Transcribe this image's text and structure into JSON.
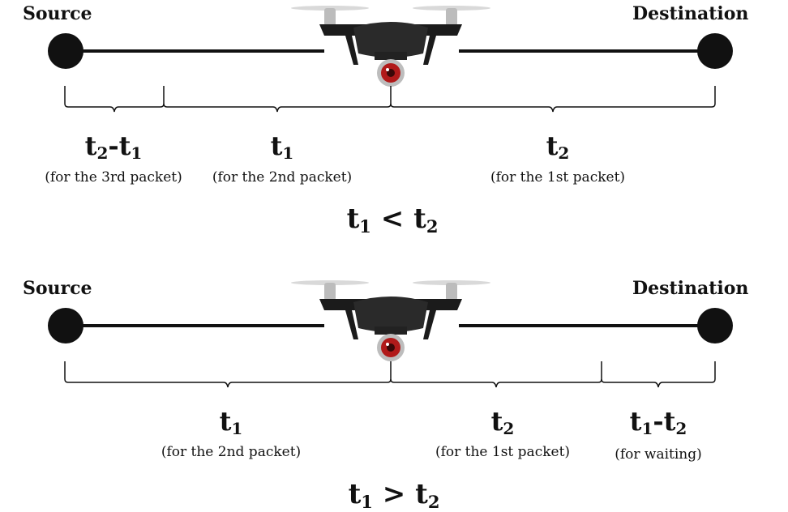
{
  "diagram_top": {
    "source_label": "Source",
    "destination_label": "Destination",
    "segments": [
      {
        "main": "t",
        "sub1": "2",
        "op": "-",
        "main2": "t",
        "sub2": "1",
        "note": "(for the 3rd packet)"
      },
      {
        "main": "t",
        "sub1": "1",
        "note": "(for the 2nd packet)"
      },
      {
        "main": "t",
        "sub1": "2",
        "note": "(for the 1st packet)"
      }
    ],
    "comparison": {
      "left": "t",
      "left_sub": "1",
      "op": "<",
      "right": "t",
      "right_sub": "2"
    }
  },
  "diagram_bottom": {
    "source_label": "Source",
    "destination_label": "Destination",
    "segments": [
      {
        "main": "t",
        "sub1": "1",
        "note": "(for the 2nd packet)"
      },
      {
        "main": "t",
        "sub1": "2",
        "note": "(for the 1st packet)"
      },
      {
        "main": "t",
        "sub1": "1",
        "op": "-",
        "main2": "t",
        "sub2": "2",
        "note": "(for waiting)"
      }
    ],
    "comparison": {
      "left": "t",
      "left_sub": "1",
      "op": ">",
      "right": "t",
      "right_sub": "2"
    }
  }
}
